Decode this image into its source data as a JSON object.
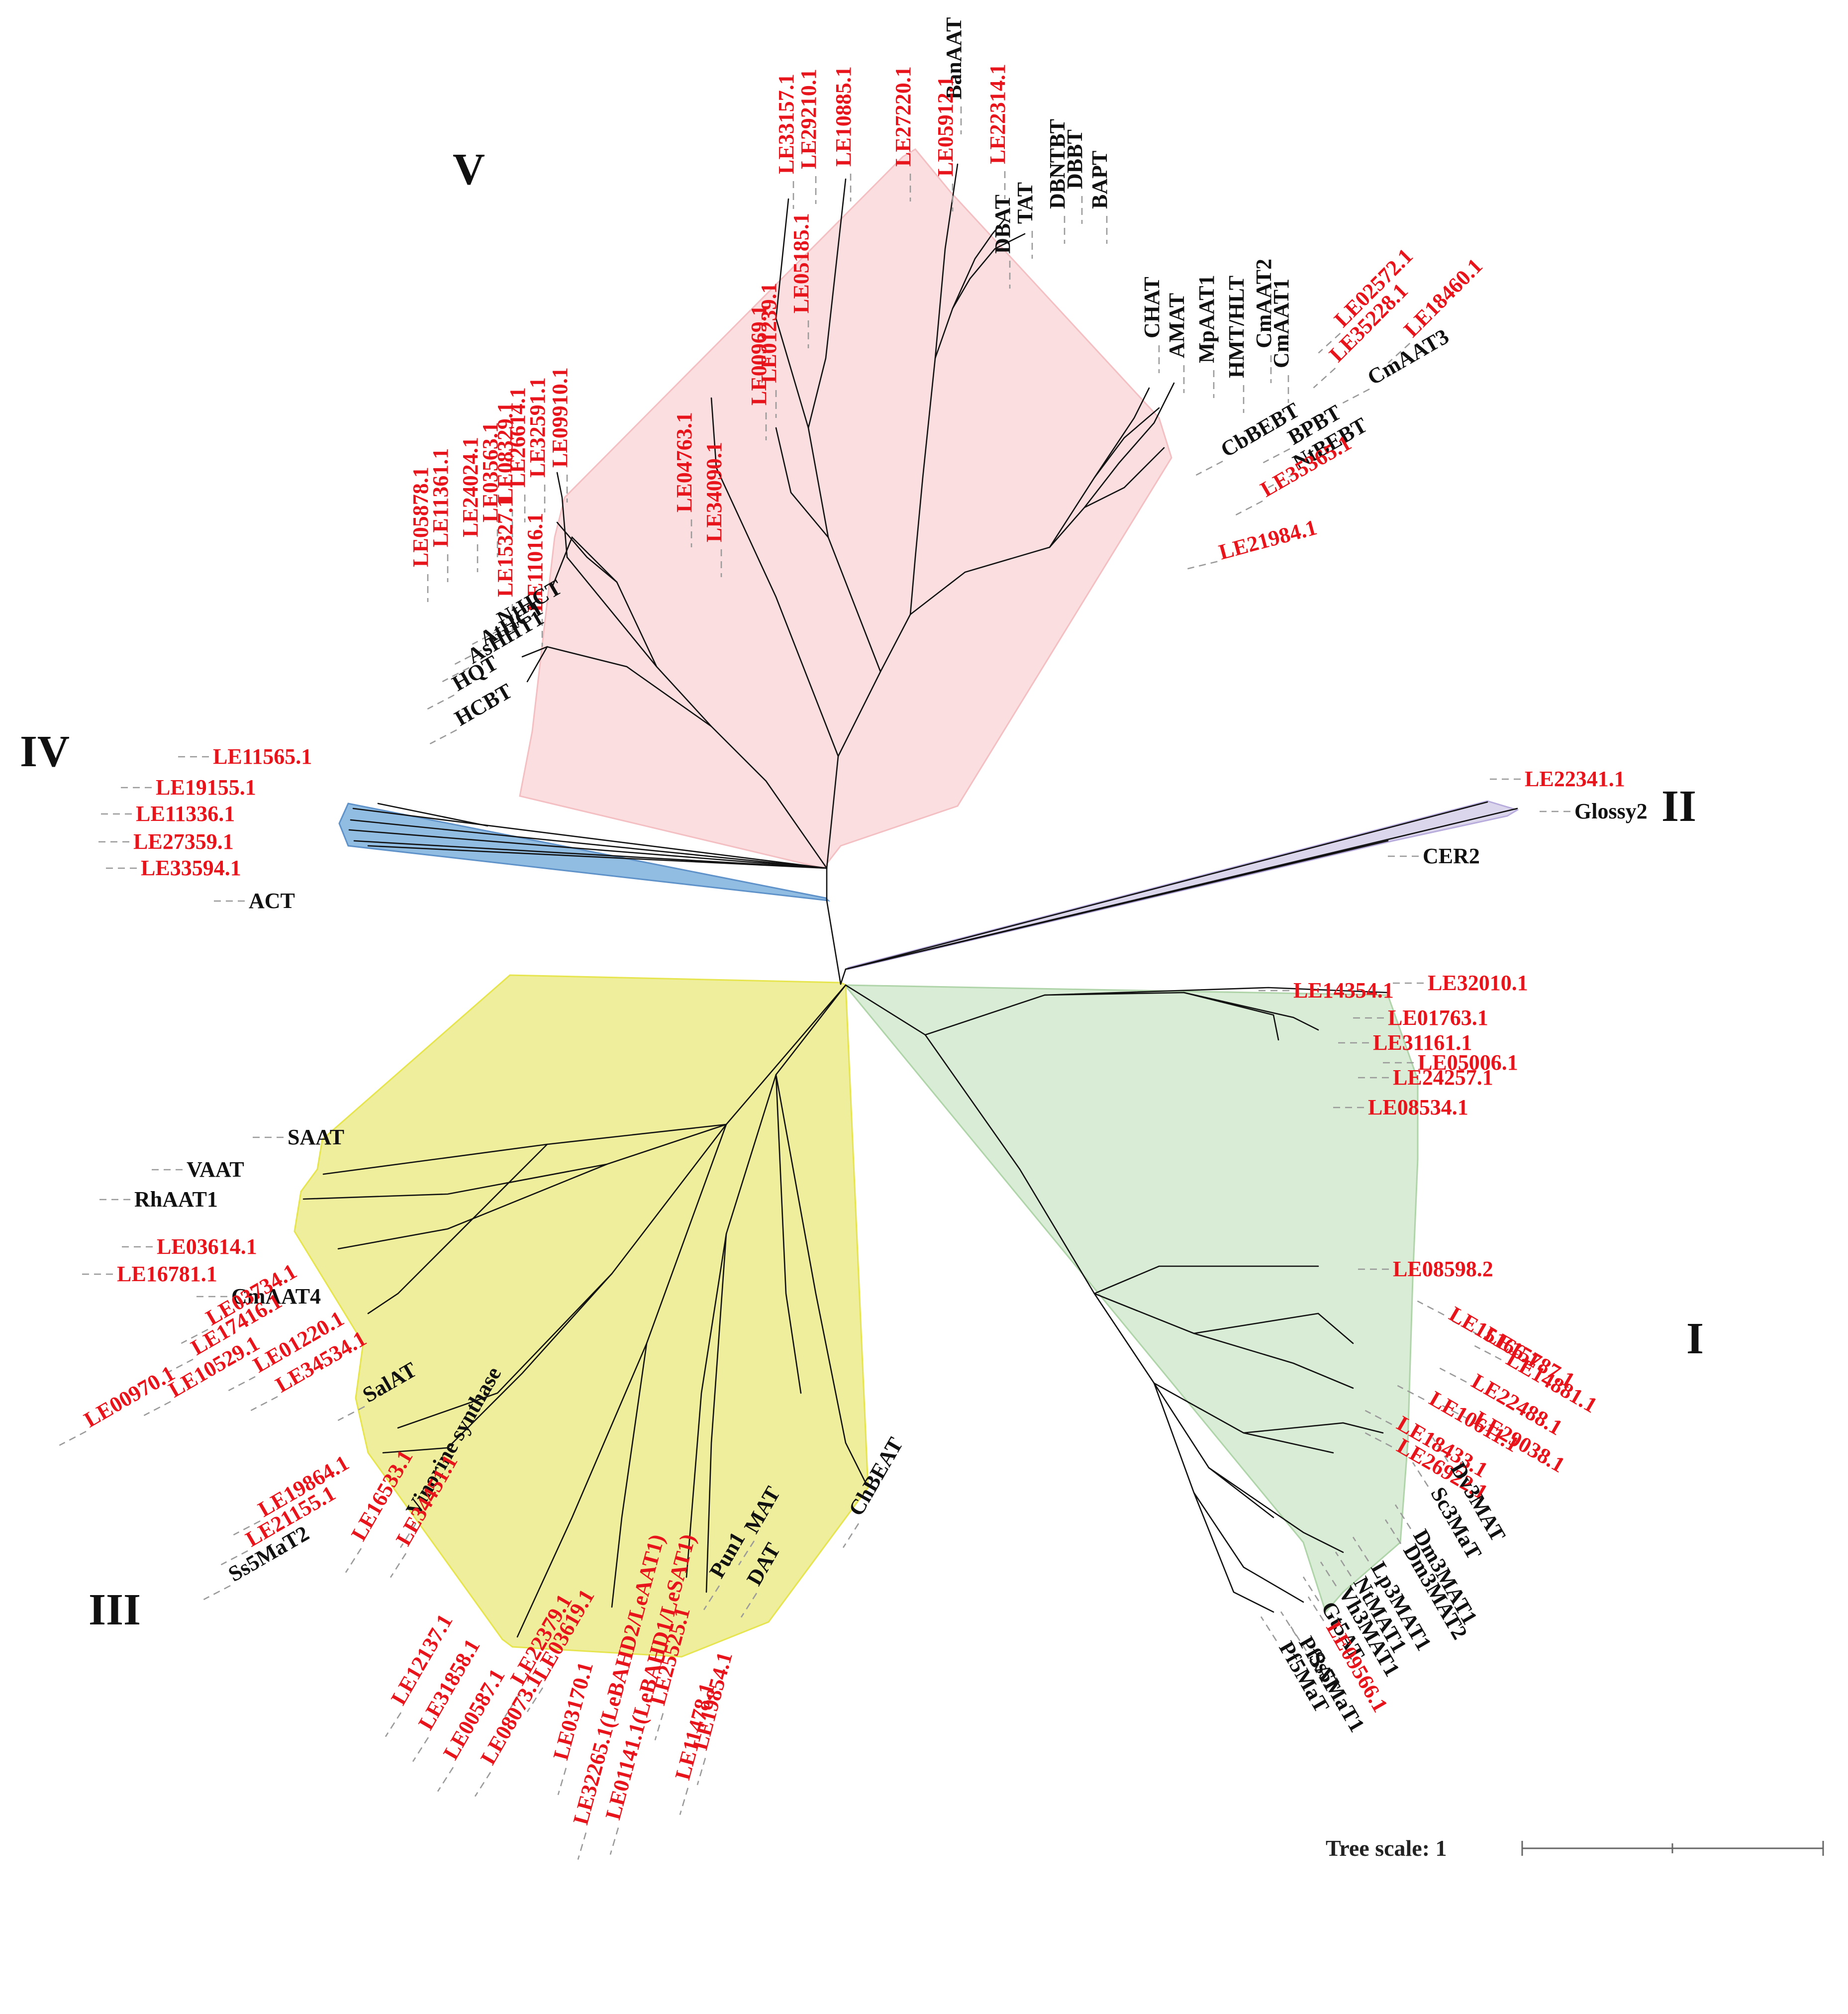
{
  "scale": {
    "label": "Tree scale: 1"
  },
  "colors": {
    "query": "#e8141b",
    "reference": "#111111",
    "clade_I": "#d5ebd1",
    "clade_II": "#d9d2ec",
    "clade_III": "#eeed92",
    "clade_IV": "#86b6e0",
    "clade_V": "#fbdcdd"
  },
  "clades": [
    {
      "id": "V",
      "label": "V",
      "leaves": [
        {
          "name": "BanAAT",
          "kind": "ref"
        },
        {
          "name": "LE27220.1",
          "kind": "query"
        },
        {
          "name": "LE10885.1",
          "kind": "query"
        },
        {
          "name": "LE29210.1",
          "kind": "query"
        },
        {
          "name": "LE33157.1",
          "kind": "query"
        },
        {
          "name": "LE05912.1",
          "kind": "query"
        },
        {
          "name": "LE22314.1",
          "kind": "query"
        },
        {
          "name": "DBNTBT",
          "kind": "ref"
        },
        {
          "name": "DBBT",
          "kind": "ref"
        },
        {
          "name": "BAPT",
          "kind": "ref"
        },
        {
          "name": "TAT",
          "kind": "ref"
        },
        {
          "name": "DBAT",
          "kind": "ref"
        },
        {
          "name": "LE05185.1",
          "kind": "query"
        },
        {
          "name": "LE01239.1",
          "kind": "query"
        },
        {
          "name": "LE00969.1",
          "kind": "query"
        },
        {
          "name": "LE04763.1",
          "kind": "query"
        },
        {
          "name": "LE34090.1",
          "kind": "query"
        },
        {
          "name": "CHAT",
          "kind": "ref"
        },
        {
          "name": "AMAT",
          "kind": "ref"
        },
        {
          "name": "MpAAT1",
          "kind": "ref"
        },
        {
          "name": "HMT/HLT",
          "kind": "ref"
        },
        {
          "name": "CmAAT2",
          "kind": "ref"
        },
        {
          "name": "CmAAT1",
          "kind": "ref"
        },
        {
          "name": "LE02572.1",
          "kind": "query"
        },
        {
          "name": "LE35228.1",
          "kind": "query"
        },
        {
          "name": "LE18460.1",
          "kind": "query"
        },
        {
          "name": "CmAAT3",
          "kind": "ref"
        },
        {
          "name": "CbBEBT",
          "kind": "ref"
        },
        {
          "name": "BPBT",
          "kind": "ref"
        },
        {
          "name": "NtBEBT",
          "kind": "ref"
        },
        {
          "name": "LE35365.1",
          "kind": "query"
        },
        {
          "name": "LE21984.1",
          "kind": "query"
        },
        {
          "name": "LE09910.1",
          "kind": "query"
        },
        {
          "name": "LE32591.1",
          "kind": "query"
        },
        {
          "name": "LE26614.1",
          "kind": "query"
        },
        {
          "name": "LE08329.1",
          "kind": "query"
        },
        {
          "name": "LE03563.1",
          "kind": "query"
        },
        {
          "name": "LE24024.1",
          "kind": "query"
        },
        {
          "name": "LE11361.1",
          "kind": "query"
        },
        {
          "name": "LE05878.1",
          "kind": "query"
        },
        {
          "name": "LE15327.1",
          "kind": "query"
        },
        {
          "name": "LE11016.1",
          "kind": "query"
        },
        {
          "name": "NtHCT",
          "kind": "ref"
        },
        {
          "name": "AtHCT",
          "kind": "ref"
        },
        {
          "name": "AsHHT1",
          "kind": "ref"
        },
        {
          "name": "HQT",
          "kind": "ref"
        },
        {
          "name": "HCBT",
          "kind": "ref"
        }
      ]
    },
    {
      "id": "IV",
      "label": "IV",
      "leaves": [
        {
          "name": "LE11565.1",
          "kind": "query"
        },
        {
          "name": "LE19155.1",
          "kind": "query"
        },
        {
          "name": "LE11336.1",
          "kind": "query"
        },
        {
          "name": "LE27359.1",
          "kind": "query"
        },
        {
          "name": "LE33594.1",
          "kind": "query"
        },
        {
          "name": "ACT",
          "kind": "ref"
        }
      ]
    },
    {
      "id": "II",
      "label": "II",
      "leaves": [
        {
          "name": "LE22341.1",
          "kind": "query"
        },
        {
          "name": "Glossy2",
          "kind": "ref"
        },
        {
          "name": "CER2",
          "kind": "ref"
        }
      ]
    },
    {
      "id": "I",
      "label": "I",
      "leaves": [
        {
          "name": "LE14354.1",
          "kind": "query"
        },
        {
          "name": "LE32010.1",
          "kind": "query"
        },
        {
          "name": "LE01763.1",
          "kind": "query"
        },
        {
          "name": "LE31161.1",
          "kind": "query"
        },
        {
          "name": "LE05006.1",
          "kind": "query"
        },
        {
          "name": "LE24257.1",
          "kind": "query"
        },
        {
          "name": "LE08534.1",
          "kind": "query"
        },
        {
          "name": "LE08598.2",
          "kind": "query"
        },
        {
          "name": "LE15166.1",
          "kind": "query"
        },
        {
          "name": "LE15787.1",
          "kind": "query"
        },
        {
          "name": "LE14881.1",
          "kind": "query"
        },
        {
          "name": "LE22488.1",
          "kind": "query"
        },
        {
          "name": "LE10611.1",
          "kind": "query"
        },
        {
          "name": "LE29038.1",
          "kind": "query"
        },
        {
          "name": "LE18433.1",
          "kind": "query"
        },
        {
          "name": "LE26922.1",
          "kind": "query"
        },
        {
          "name": "Dv3MAT",
          "kind": "ref"
        },
        {
          "name": "Sc3MaT",
          "kind": "ref"
        },
        {
          "name": "Dm3MAT1",
          "kind": "ref"
        },
        {
          "name": "Dm3MAT2",
          "kind": "ref"
        },
        {
          "name": "Lp3MAT1",
          "kind": "ref"
        },
        {
          "name": "NtMAT1",
          "kind": "ref"
        },
        {
          "name": "Vh3MAT1",
          "kind": "ref"
        },
        {
          "name": "Gt5AT",
          "kind": "ref"
        },
        {
          "name": "LE09566.1",
          "kind": "query"
        },
        {
          "name": "Pf3AT",
          "kind": "ref"
        },
        {
          "name": "Pf5MaT",
          "kind": "ref"
        },
        {
          "name": "Ss5MaT1",
          "kind": "ref"
        }
      ]
    },
    {
      "id": "III",
      "label": "III",
      "leaves": [
        {
          "name": "SAAT",
          "kind": "ref"
        },
        {
          "name": "VAAT",
          "kind": "ref"
        },
        {
          "name": "RhAAT1",
          "kind": "ref"
        },
        {
          "name": "LE03614.1",
          "kind": "query"
        },
        {
          "name": "LE16781.1",
          "kind": "query"
        },
        {
          "name": "CmAAT4",
          "kind": "ref"
        },
        {
          "name": "LE03734.1",
          "kind": "query"
        },
        {
          "name": "LE17416.1",
          "kind": "query"
        },
        {
          "name": "LE01220.1",
          "kind": "query"
        },
        {
          "name": "LE10529.1",
          "kind": "query"
        },
        {
          "name": "LE34534.1",
          "kind": "query"
        },
        {
          "name": "LE00970.1",
          "kind": "query"
        },
        {
          "name": "SalAT",
          "kind": "ref"
        },
        {
          "name": "Vinorine synthase",
          "kind": "ref"
        },
        {
          "name": "LE19864.1",
          "kind": "query"
        },
        {
          "name": "LE21155.1",
          "kind": "query"
        },
        {
          "name": "LE16533.1",
          "kind": "query"
        },
        {
          "name": "LE34451.1",
          "kind": "query"
        },
        {
          "name": "Ss5MaT2",
          "kind": "ref"
        },
        {
          "name": "LE12137.1",
          "kind": "query"
        },
        {
          "name": "LE31858.1",
          "kind": "query"
        },
        {
          "name": "LE00587.1",
          "kind": "query"
        },
        {
          "name": "LE08073.1",
          "kind": "query"
        },
        {
          "name": "LE22379.1",
          "kind": "query"
        },
        {
          "name": "LE03619.1",
          "kind": "query"
        },
        {
          "name": "LE03170.1",
          "kind": "query"
        },
        {
          "name": "LE32265.1(LeBAHD2/LeAAT1)",
          "kind": "query"
        },
        {
          "name": "LE01141.1(LeBAHD1/LeSAT1)",
          "kind": "query"
        },
        {
          "name": "LE25525.1",
          "kind": "query"
        },
        {
          "name": "LE11478.1",
          "kind": "query"
        },
        {
          "name": "LE19854.1",
          "kind": "query"
        },
        {
          "name": "Pun1",
          "kind": "ref"
        },
        {
          "name": "MAT",
          "kind": "ref"
        },
        {
          "name": "DAT",
          "kind": "ref"
        },
        {
          "name": "ChBEAT",
          "kind": "ref"
        }
      ]
    }
  ]
}
